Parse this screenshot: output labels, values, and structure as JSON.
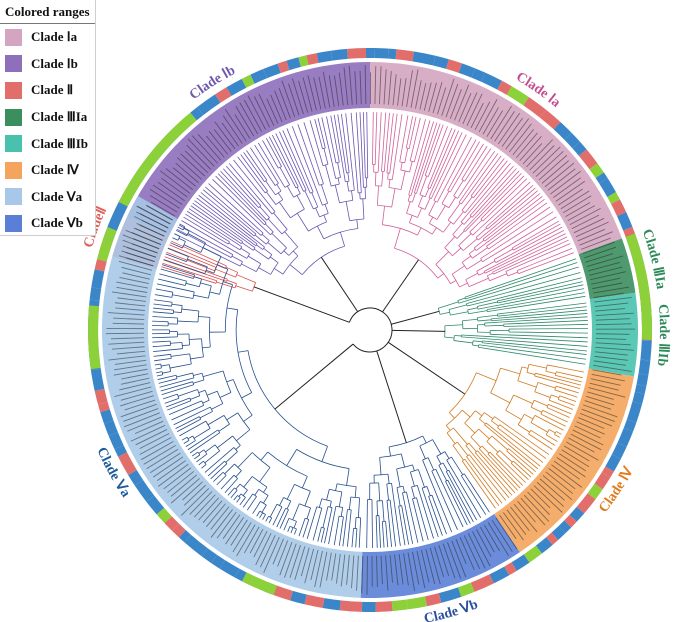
{
  "legend": {
    "title": "Colored ranges",
    "items": [
      {
        "label": "Clade Ⅰa",
        "color": "#d4a5c0"
      },
      {
        "label": "Clade Ⅰb",
        "color": "#8e6fbb"
      },
      {
        "label": "Clade Ⅱ",
        "color": "#e26e6b"
      },
      {
        "label": "Clade ⅢIa",
        "color": "#3b8e5d"
      },
      {
        "label": "Clade ⅢIb",
        "color": "#49c2ad"
      },
      {
        "label": "Clade Ⅳ",
        "color": "#f4a45c"
      },
      {
        "label": "Clade Ⅴa",
        "color": "#a7c8e8"
      },
      {
        "label": "Clade Ⅴb",
        "color": "#5b7fd6"
      }
    ]
  },
  "clades": [
    {
      "label": "Clade Ⅰa",
      "color": "#c44e8f",
      "range_color": "#d4a5c0",
      "branch_color": "#d0609a",
      "start_deg": 0,
      "end_deg": 70
    },
    {
      "label": "Clade Ⅰb",
      "color": "#7058b0",
      "range_color": "#8e6fbb",
      "branch_color": "#6a55b0",
      "start_deg": -65,
      "end_deg": 0
    },
    {
      "label": "CladeⅡ",
      "color": "#e0605c",
      "range_color": "#e26e6b",
      "branch_color": "#d9504c",
      "start_deg": -74,
      "end_deg": -65
    },
    {
      "label": "Clade ⅢIa",
      "color": "#2f8a5a",
      "range_color": "#3b8e5d",
      "branch_color": "#2e8a6a",
      "start_deg": 70,
      "end_deg": 82
    },
    {
      "label": "Clade ⅢIb",
      "color": "#2f8a5a",
      "range_color": "#49c2ad",
      "branch_color": "#2e8a6a",
      "start_deg": 82,
      "end_deg": 100
    },
    {
      "label": "Clade Ⅳ",
      "color": "#e07c1e",
      "range_color": "#f4a45c",
      "branch_color": "#d07a20",
      "start_deg": 100,
      "end_deg": 146
    },
    {
      "label": "Clade Ⅴb",
      "color": "#2a4fa0",
      "range_color": "#5b7fd6",
      "branch_color": "#264e8e",
      "start_deg": 146,
      "end_deg": 182
    },
    {
      "label": "Clade Ⅴa",
      "color": "#1e5a98",
      "range_color": "#a7c8e8",
      "branch_color": "#264e8e",
      "start_deg": 182,
      "end_deg": 300
    }
  ],
  "outer_ring_colors": [
    "#3a86c8",
    "#e26e6b",
    "#8dd13a"
  ]
}
